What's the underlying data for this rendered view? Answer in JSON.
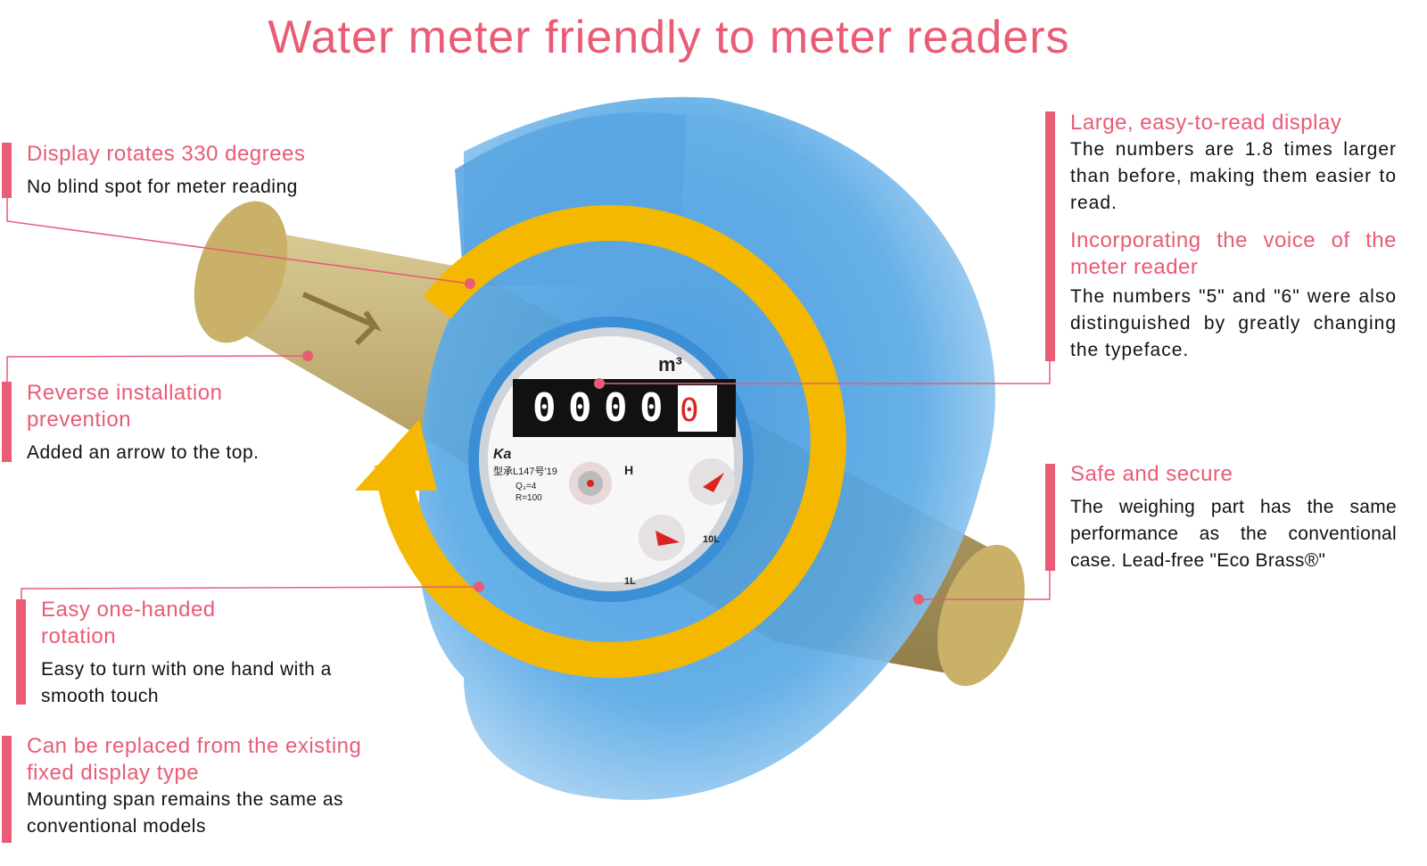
{
  "title": "Water meter friendly to meter readers",
  "colors": {
    "accent": "#e85c75",
    "ring": "#f5b800",
    "body": "#4fa3e0",
    "brass": "#b8a46a"
  },
  "meter_face": {
    "unit": "m³",
    "digits": [
      "0",
      "0",
      "0",
      "0"
    ],
    "red_digit": "0",
    "brand": "Ka",
    "approval": "型承L147号'19",
    "q3": "Q₃=4",
    "r": "R=100",
    "h_label": "H",
    "dial_10l": "10L",
    "dial_1l": "1L"
  },
  "callouts": {
    "rotates": {
      "heading": "Display rotates 330 degrees",
      "body": "No blind spot for meter reading"
    },
    "reverse": {
      "heading": "Reverse installation prevention",
      "body": "Added an arrow to the top."
    },
    "one_hand": {
      "heading": "Easy one-handed rotation",
      "body": "Easy to turn with one hand with a smooth touch"
    },
    "replace": {
      "heading": "Can be replaced from the existing fixed display type",
      "body": "Mounting span remains the same as conventional models"
    },
    "large": {
      "heading": "Large, easy-to-read display",
      "body": "The numbers are 1.8 times larger than before, making them easier to read."
    },
    "voice": {
      "heading": "Incorporating the voice of the meter reader",
      "body": "The numbers \"5\" and \"6\" were also distinguished by greatly changing the typeface."
    },
    "safe": {
      "heading": "Safe and secure",
      "body": "The weighing part has the same performance as the conventional case. Lead-free \"Eco Brass®\""
    }
  }
}
